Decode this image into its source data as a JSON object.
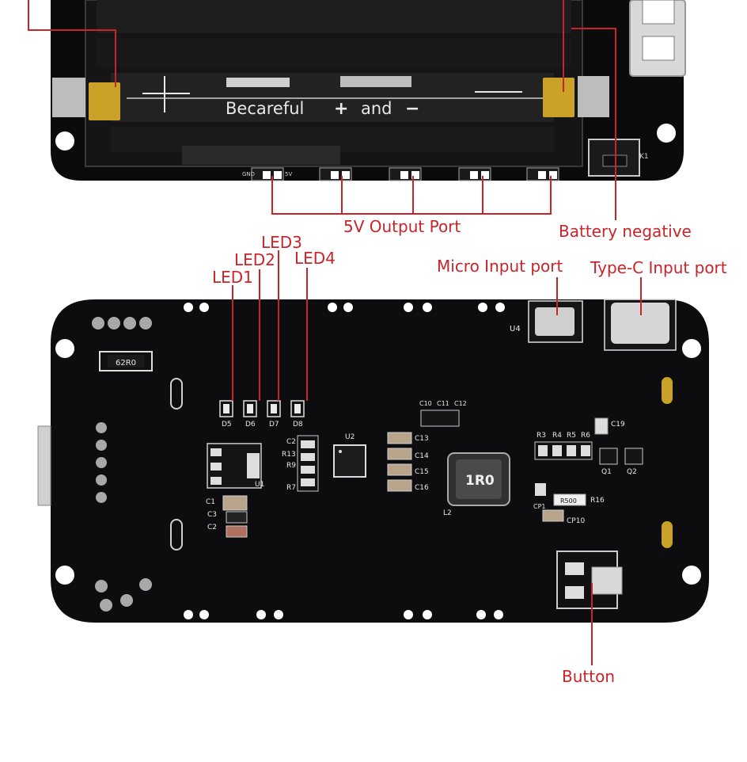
{
  "labels": {
    "output_port": "5V Output Port",
    "battery_negative": "Battery negative",
    "led1": "LED1",
    "led2": "LED2",
    "led3": "LED3",
    "led4": "LED4",
    "micro_input": "Micro Input port",
    "typec_input": "Type-C Input port",
    "button": "Button"
  },
  "top_board": {
    "caution_text": "Becareful",
    "plus_sign": "+",
    "and_text": "and",
    "minus_sign": "−",
    "pin_gnd": "GND",
    "pin_5v": "5V",
    "k1": "K1"
  },
  "bottom_board": {
    "r62": "62R0",
    "inductor": "1R0",
    "r500": "R500",
    "d5": "D5",
    "d6": "D6",
    "d7": "D7",
    "d8": "D8",
    "u1": "U1",
    "u2": "U2",
    "u4": "U4",
    "c1": "C1",
    "c2": "C2",
    "c3": "C3",
    "c10": "C10",
    "c11": "C11",
    "c12": "C12",
    "c13": "C13",
    "c14": "C14",
    "c15": "C15",
    "c16": "C16",
    "c19": "C19",
    "r3": "R3",
    "r4": "R4",
    "r5": "R5",
    "r6": "R6",
    "r13": "R13",
    "r9": "R9",
    "r7": "R7",
    "r16": "R16",
    "c2b": "C2",
    "q1": "Q1",
    "q2": "Q2",
    "cp1": "CP1",
    "cp10": "CP10",
    "l2": "L2"
  },
  "colors": {
    "label": "#c8242a",
    "board": "#0d0d0f",
    "silk": "#e8e8e8",
    "gold": "#c9a227"
  }
}
